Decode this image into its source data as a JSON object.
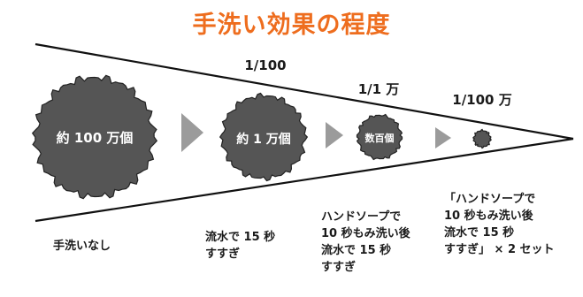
{
  "title": "手洗い効果の程度",
  "colors": {
    "title": "#ee6d1e",
    "blob": "#555555",
    "blob_outline": "#222222",
    "arrow": "#9b9b9b",
    "line": "#111111"
  },
  "stages": [
    {
      "ratio": "",
      "count": "約 100 万個",
      "caption": "手洗いなし"
    },
    {
      "ratio": "1/100",
      "count": "約 1 万個",
      "caption": "流水で 15 秒\nすすぎ"
    },
    {
      "ratio": "1/1 万",
      "count": "数百個",
      "caption": "ハンドソープで\n10 秒もみ洗い後\n流水で 15 秒\nすすぎ"
    },
    {
      "ratio": "1/100 万",
      "count": "",
      "caption": "「ハンドソープで\n10 秒もみ洗い後\n流水で 15 秒\nすすぎ」 × 2 セット"
    }
  ]
}
